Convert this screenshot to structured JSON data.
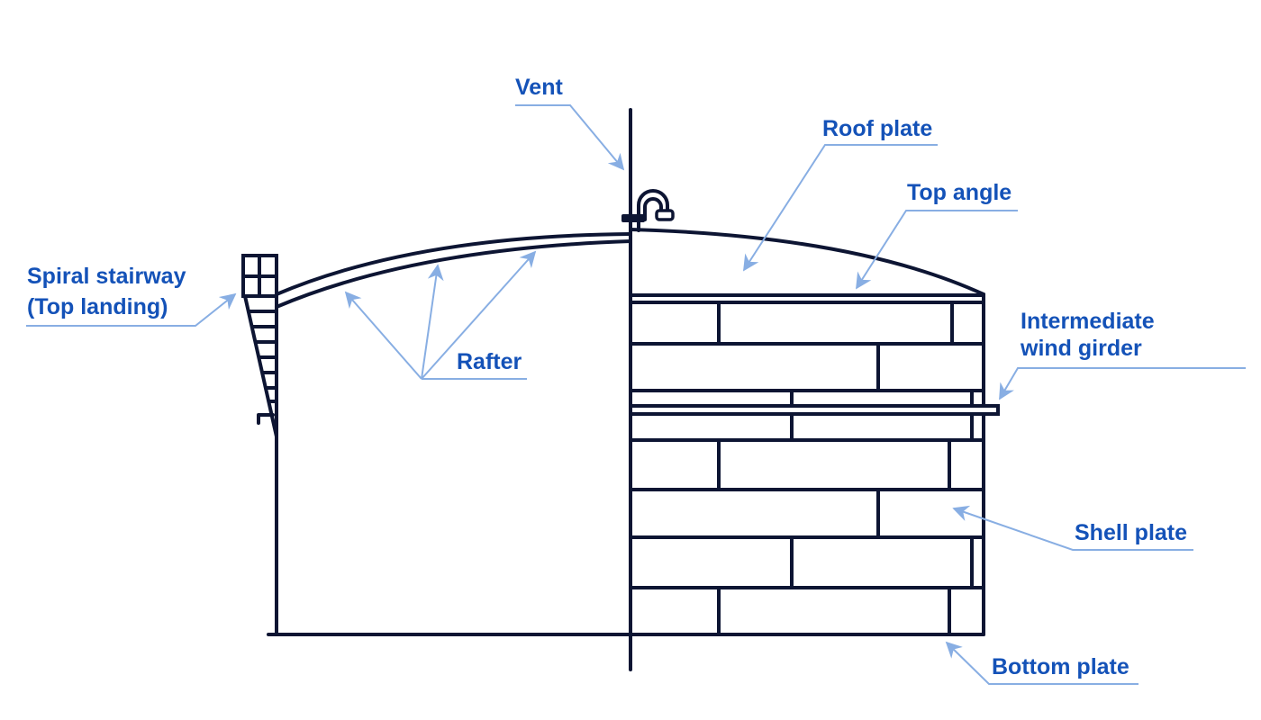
{
  "title": "Fixed roof storage tank components",
  "colors": {
    "structure": "#0d1533",
    "label_text": "#1452b8",
    "leader_line": "#88aee3",
    "background": "#ffffff"
  },
  "labels": {
    "vent": "Vent",
    "roof_plate": "Roof plate",
    "top_angle": "Top angle",
    "spiral_stairway_line1": "Spiral stairway",
    "spiral_stairway_line2": "(Top landing)",
    "rafter": "Rafter",
    "intermediate_wind_girder_line1": "Intermediate",
    "intermediate_wind_girder_line2": "wind girder",
    "shell_plate": "Shell plate",
    "bottom_plate": "Bottom plate"
  },
  "components": [
    "Vent",
    "Roof plate",
    "Top angle",
    "Spiral stairway (Top landing)",
    "Rafter",
    "Intermediate wind girder",
    "Shell plate",
    "Bottom plate"
  ],
  "shell_courses": 7
}
